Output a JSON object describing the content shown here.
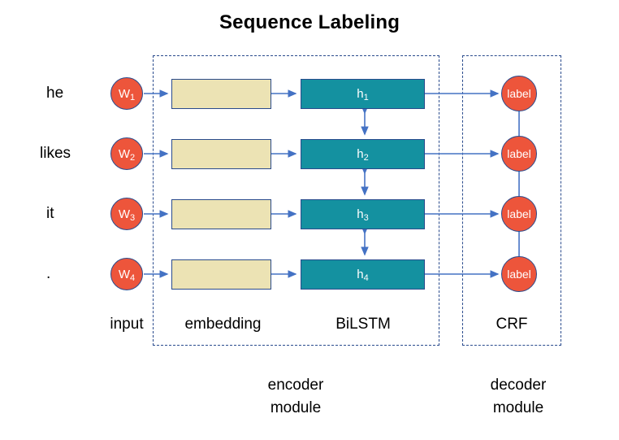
{
  "diagram": {
    "title": "Sequence Labeling",
    "accent_colors": {
      "circle_fill": "#ed553b",
      "embedding_fill": "#ece3b4",
      "lstm_fill": "#1491a0",
      "stroke": "#2a4b8d",
      "arrow": "#4472c4",
      "text": "#000000"
    },
    "rows": [
      {
        "word": "he",
        "token": "W",
        "token_index": "1",
        "embedding": "",
        "hidden": "h",
        "hidden_index": "1",
        "label": "label"
      },
      {
        "word": "likes",
        "token": "W",
        "token_index": "2",
        "embedding": "",
        "hidden": "h",
        "hidden_index": "2",
        "label": "label"
      },
      {
        "word": "it",
        "token": "W",
        "token_index": "3",
        "embedding": "",
        "hidden": "h",
        "hidden_index": "3",
        "label": "label"
      },
      {
        "word": ".",
        "token": "W",
        "token_index": "4",
        "embedding": "",
        "hidden": "h",
        "hidden_index": "4",
        "label": "label"
      }
    ],
    "layer_captions": {
      "input": "input",
      "embedding": "embedding",
      "bilstm": "BiLSTM",
      "crf": "CRF"
    },
    "module_captions": {
      "encoder_line1": "encoder",
      "encoder_line2": "module",
      "decoder_line1": "decoder",
      "decoder_line2": "module"
    }
  }
}
